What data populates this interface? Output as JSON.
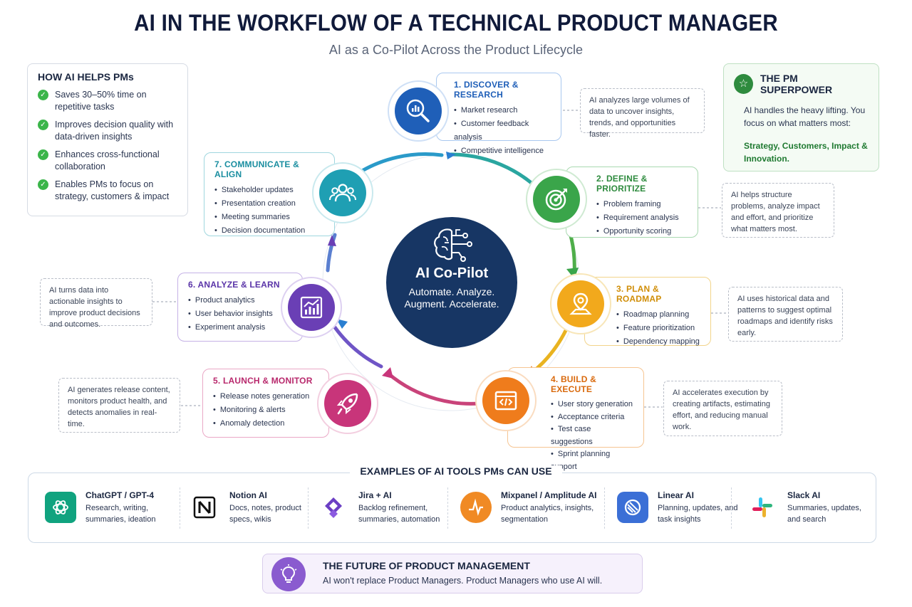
{
  "header": {
    "title": "AI IN THE WORKFLOW OF A TECHNICAL PRODUCT MANAGER",
    "subtitle": "AI as a Co-Pilot Across the Product Lifecycle"
  },
  "help": {
    "title": "HOW AI HELPS PMs",
    "items": [
      "Saves 30–50% time on repetitive tasks",
      "Improves decision quality with data-driven insights",
      "Enhances cross-functional collaboration",
      "Enables PMs to focus on strategy, customers & impact"
    ]
  },
  "superpower": {
    "title": "THE PM SUPERPOWER",
    "text": "AI handles the heavy lifting. You focus on what matters most:",
    "highlight": "Strategy, Customers, Impact & Innovation."
  },
  "center": {
    "name": "AI Co-Pilot",
    "tagline": "Automate. Analyze. Augment. Accelerate."
  },
  "stages": {
    "discover": {
      "title": "1. DISCOVER & RESEARCH",
      "items": [
        "Market research",
        "Customer feedback analysis",
        "Competitive intelligence"
      ],
      "note": "AI analyzes large volumes of data to uncover insights, trends, and opportunities faster.",
      "color": "#1f6fd1"
    },
    "define": {
      "title": "2. DEFINE & PRIORITIZE",
      "items": [
        "Problem framing",
        "Requirement analysis",
        "Opportunity scoring"
      ],
      "note": "AI helps structure problems, analyze impact and effort, and prioritize what matters most.",
      "color": "#3aa54a"
    },
    "plan": {
      "title": "3. PLAN & ROADMAP",
      "items": [
        "Roadmap planning",
        "Feature prioritization",
        "Dependency mapping"
      ],
      "note": "AI uses historical data and patterns to suggest optimal roadmaps and identify risks early.",
      "color": "#f2a91c"
    },
    "build": {
      "title": "4. BUILD & EXECUTE",
      "items": [
        "User story generation",
        "Acceptance criteria",
        "Test case suggestions",
        "Sprint planning support"
      ],
      "note": "AI accelerates execution by creating artifacts, estimating effort, and reducing manual work.",
      "color": "#ef7c1c"
    },
    "launch": {
      "title": "5. LAUNCH & MONITOR",
      "items": [
        "Release notes generation",
        "Monitoring & alerts",
        "Anomaly detection"
      ],
      "note": "AI generates release content, monitors product health, and detects anomalies in real-time.",
      "color": "#c8357a"
    },
    "analyze": {
      "title": "6. ANALYZE & LEARN",
      "items": [
        "Product analytics",
        "User behavior insights",
        "Experiment analysis"
      ],
      "note": "AI turns data into actionable insights to improve product decisions and outcomes.",
      "color": "#6a3fb5"
    },
    "communicate": {
      "title": "7. COMMUNICATE & ALIGN",
      "items": [
        "Stakeholder updates",
        "Presentation creation",
        "Meeting summaries",
        "Decision documentation"
      ],
      "color": "#1f9fb3"
    }
  },
  "tools": {
    "title": "EXAMPLES OF AI TOOLS PMs CAN USE",
    "items": [
      {
        "name": "ChatGPT / GPT-4",
        "desc": "Research, writing, summaries, ideation"
      },
      {
        "name": "Notion AI",
        "desc": "Docs, notes, product specs, wikis"
      },
      {
        "name": "Jira + AI",
        "desc": "Backlog refinement, summaries, automation"
      },
      {
        "name": "Mixpanel / Amplitude AI",
        "desc": "Product analytics, insights, segmentation"
      },
      {
        "name": "Linear AI",
        "desc": "Planning, updates, and task insights"
      },
      {
        "name": "Slack AI",
        "desc": "Summaries, updates, and search"
      }
    ]
  },
  "future": {
    "title": "THE FUTURE OF PRODUCT MANAGEMENT",
    "text": "AI won't replace Product Managers. Product Managers who use AI will."
  }
}
